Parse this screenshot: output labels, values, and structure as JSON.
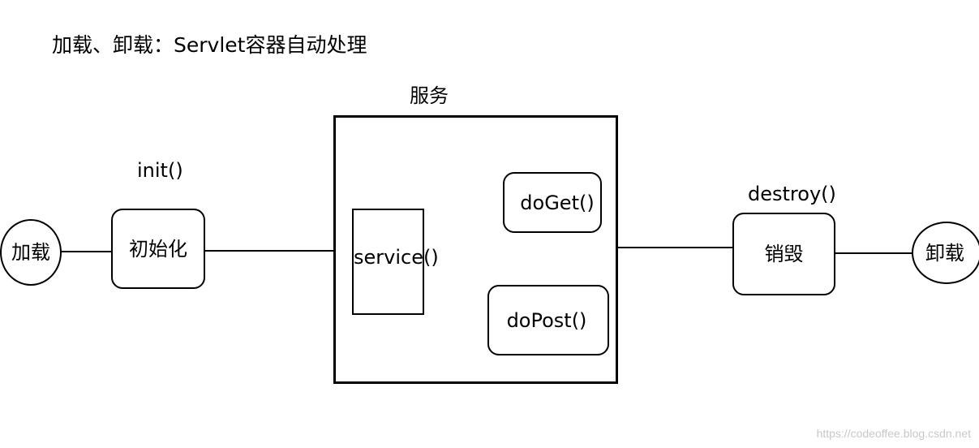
{
  "title": "加载、卸载：Servlet容器自动处理",
  "nodes": {
    "load": "加载",
    "init_method": "init()",
    "init": "初始化",
    "service_group": "服务",
    "service": "service()",
    "do_get": "doGet()",
    "do_post": "doPost()",
    "destroy_method": "destroy()",
    "destroy": "销毁",
    "unload": "卸载"
  },
  "watermark": "https://codeoffee.blog.csdn.net"
}
